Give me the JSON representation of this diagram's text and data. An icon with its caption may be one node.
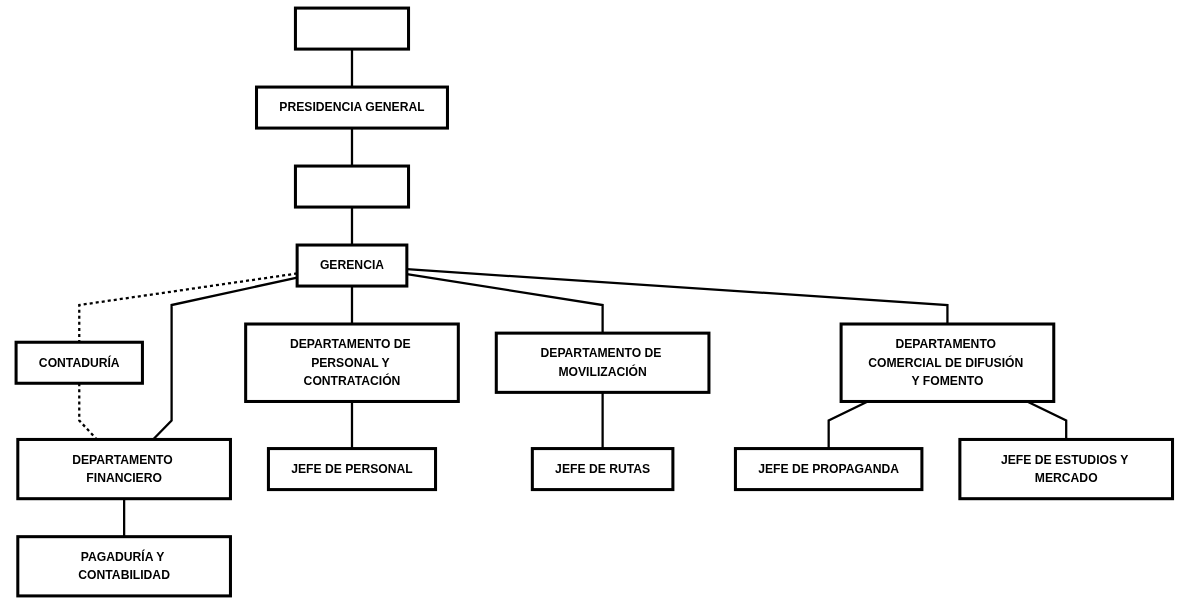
{
  "diagram": {
    "nodes": [
      {
        "text": [],
        "shape": "box"
      },
      {
        "text": [
          "PRESIDENCIA GENERAL"
        ]
      },
      {
        "text": [],
        "shape": "box"
      },
      {
        "text": [
          "GERENCIA"
        ]
      },
      {
        "text": [
          "CONTADURÍA"
        ]
      },
      {
        "text": [
          "DEPARTAMENTO DE PERSONAL Y CONTRATACIÓN"
        ]
      },
      {
        "text": [
          "DEPARTAMENTO DE MOVILIZACIÓN"
        ]
      },
      {
        "text": [
          "DEPARTAMENTO COMERCIAL DE DIFUSIÓN Y FOMENTO"
        ]
      },
      {
        "text": [
          "DEPARTAMENTO FINANCIERO"
        ]
      },
      {
        "text": [
          "JEFE DE PERSONAL"
        ]
      },
      {
        "text": [
          "JEFE DE RUTAS"
        ]
      },
      {
        "text": [
          "JEFE DE PROPAGANDA"
        ]
      },
      {
        "text": [
          "JEFE DE ESTUDIOS Y MERCADO"
        ]
      },
      {
        "text": [
          "PAGADURÍA Y CONTABILIDAD"
        ]
      }
    ],
    "edges": [
      {
        "from": 0,
        "to": 1,
        "arrow": "none"
      },
      {
        "from": 1,
        "to": 2,
        "arrow": "none"
      },
      {
        "from": 2,
        "to": 3,
        "arrow": "none"
      },
      {
        "from": 3,
        "to": 4,
        "arrow": "none",
        "style": "dashed"
      },
      {
        "from": 4,
        "to": 8,
        "arrow": "none",
        "style": "dashed"
      },
      {
        "from": 3,
        "to": 5,
        "arrow": "none"
      },
      {
        "from": 3,
        "to": 6,
        "arrow": "none"
      },
      {
        "from": 3,
        "to": 7,
        "arrow": "none"
      },
      {
        "from": 3,
        "to": 8,
        "arrow": "none"
      },
      {
        "from": 5,
        "to": 9,
        "arrow": "none"
      },
      {
        "from": 6,
        "to": 10,
        "arrow": "none"
      },
      {
        "from": 7,
        "to": 11,
        "arrow": "none"
      },
      {
        "from": 7,
        "to": 12,
        "arrow": "none"
      },
      {
        "from": 8,
        "to": 13,
        "arrow": "none"
      }
    ]
  }
}
